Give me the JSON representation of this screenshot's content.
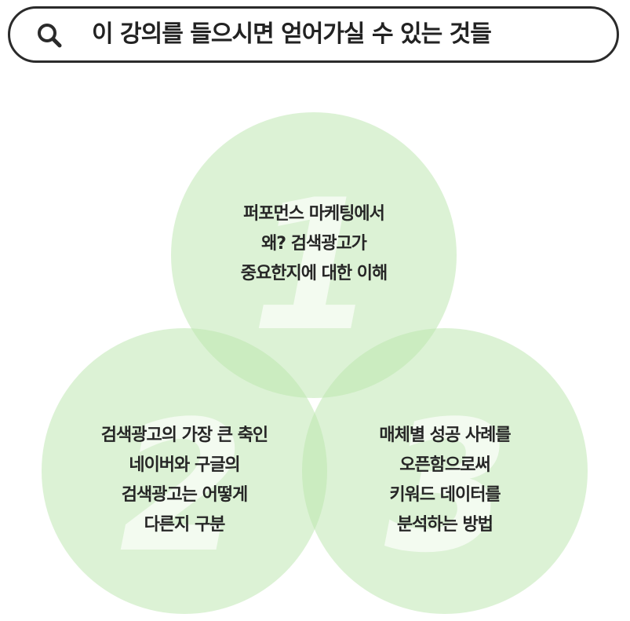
{
  "header": {
    "title": "이 강의를 들으시면 얻어가실 수 있는 것들",
    "icon": "search-icon"
  },
  "colors": {
    "circle_fill": "#b9e5ab",
    "numeral_fill": "#ffffff",
    "text": "#262626",
    "border": "#2b2b2b"
  },
  "circles": [
    {
      "number": "1",
      "lines": [
        "퍼포먼스 마케팅에서",
        "왜? 검색광고가",
        "중요한지에 대한 이해"
      ]
    },
    {
      "number": "2",
      "lines": [
        "검색광고의 가장 큰 축인",
        "네이버와 구글의",
        "검색광고는 어떻게",
        "다른지 구분"
      ]
    },
    {
      "number": "3",
      "lines": [
        "매체별 성공 사례를",
        "오픈함으로써",
        "키워드 데이터를",
        "분석하는 방법"
      ]
    }
  ]
}
